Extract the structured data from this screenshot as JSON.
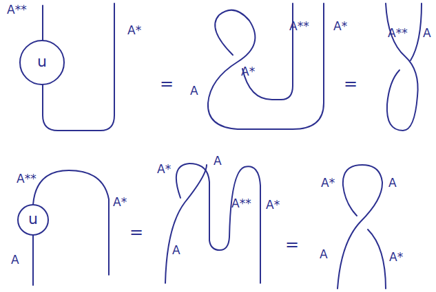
{
  "diagram": {
    "nodes": [
      {
        "text": [
          "u"
        ]
      },
      {
        "text": [
          "u"
        ]
      }
    ],
    "labels": [
      "A**",
      "A*",
      "=",
      "A",
      "A*",
      "A**",
      "A*",
      "=",
      "A**",
      "A",
      "A**",
      "A*",
      "=",
      "A",
      "A*",
      "A",
      "A",
      "A**",
      "A*",
      "=",
      "A*",
      "A",
      "A",
      "A*"
    ]
  }
}
